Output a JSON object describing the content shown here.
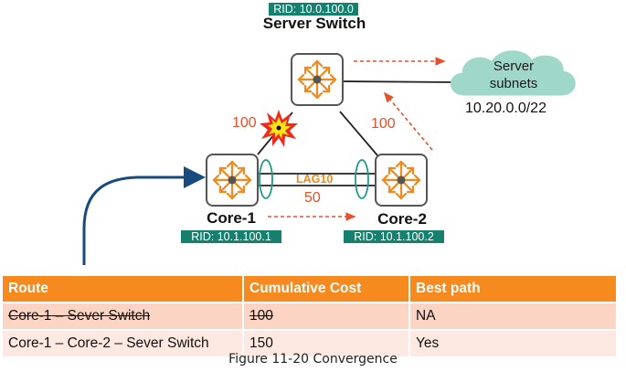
{
  "diagram": {
    "nodes": {
      "server_switch": {
        "label": "Server Switch",
        "rid": "RID: 10.0.100.0"
      },
      "core1": {
        "label": "Core-1",
        "rid": "RID: 10.1.100.1"
      },
      "core2": {
        "label": "Core-2",
        "rid": "RID: 10.1.100.2"
      }
    },
    "cloud": {
      "line1": "Server",
      "line2": "subnets",
      "subnet": "10.20.0.0/22"
    },
    "link_costs": {
      "core1_server": "100",
      "core2_server": "100",
      "core1_core2": "50"
    },
    "lag_label": "LAG10",
    "colors": {
      "rid_bg": "#15806e",
      "device_icon": "#f08a1e",
      "cost_text": "#e8502a",
      "cloud": "#9fd8c8",
      "lag_ring": "#1c9a88",
      "pointer_arrow": "#174a7e"
    }
  },
  "table": {
    "headers": [
      "Route",
      "Cumulative Cost",
      "Best path"
    ],
    "rows": [
      {
        "route": "Core-1 – Sever Switch",
        "cost": "100",
        "best": "NA",
        "struck": true
      },
      {
        "route": "Core-1 – Core-2 – Sever Switch",
        "cost": "150",
        "best": "Yes",
        "struck": false
      }
    ],
    "colors": {
      "header": "#f68a1f",
      "row1": "#fbd4c4",
      "row2": "#fde9e1"
    }
  },
  "caption": "Figure 11-20 Convergence"
}
